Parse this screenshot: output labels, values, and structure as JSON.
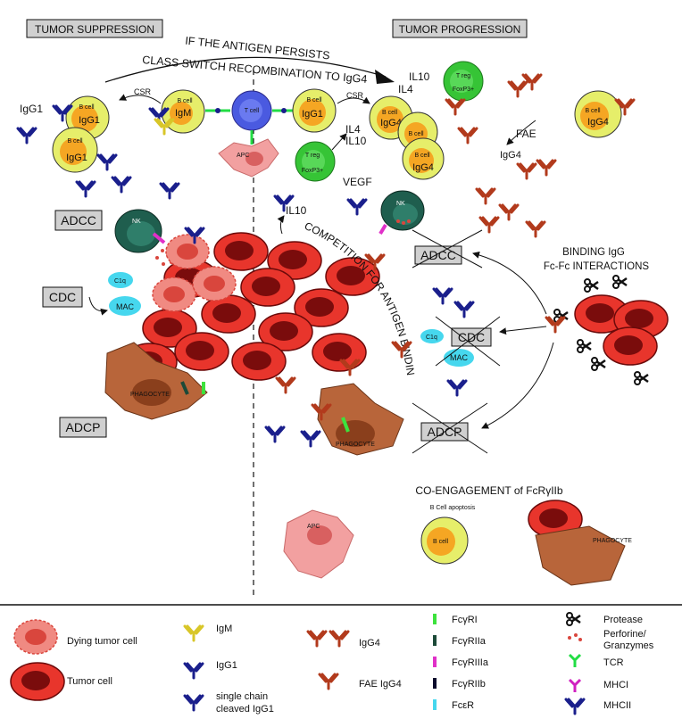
{
  "headers": {
    "left": "TUMOR SUPPRESSION",
    "right": "TUMOR PROGRESSION"
  },
  "arc_text": {
    "line1": "IF THE ANTIGEN PERSISTS",
    "line2": "CLASS SWITCH RECOMBINATION TO IgG4"
  },
  "cells": {
    "b_cell": "B cell",
    "t_cell": "T cell",
    "t_reg": "T reg",
    "foxp3": "FoxP3+",
    "apc": "APC",
    "nk": "NK",
    "c1q": "C1q",
    "mac": "MAC",
    "phagocyte": "PHAGOCYTE"
  },
  "labels": {
    "igg1": "IgG1",
    "igm": "IgM",
    "igg4": "IgG4",
    "csr": "CSR",
    "il4": "IL4",
    "il10": "IL10",
    "vegf": "VEGF",
    "fae": "FAE",
    "competition": "COMPETITION FOR ANTIGEN BINDING",
    "binding_line1": "BINDING IgG",
    "binding_line2": "Fc-Fc INTERACTIONS",
    "coengagement": "CO-ENGAGEMENT of FcRγIIb",
    "b_cell_apoptosis": "B Cell apoptosis"
  },
  "mechanisms": {
    "adcc": "ADCC",
    "cdc": "CDC",
    "adcp": "ADCP"
  },
  "legend": {
    "dying_tumor": "Dying tumor cell",
    "tumor_cell": "Tumor cell",
    "igm": "IgM",
    "igg1": "IgG1",
    "single_chain_1": "single chain",
    "single_chain_2": "cleaved IgG1",
    "igg4": "IgG4",
    "fae_igg4": "FAE IgG4",
    "fcgr1": "FcγRI",
    "fcgr2a": "FcγRIIa",
    "fcgr3a": "FcγRIIIa",
    "fcgr2b": "FcγRIIb",
    "fcer": "FcεR",
    "protease": "Protease",
    "perforin_1": "Perforine/",
    "perforin_2": "Granzymes",
    "tcr": "TCR",
    "mhci": "MHCI",
    "mhcii": "MHCII"
  },
  "colors": {
    "tumor": "#e8352c",
    "tumor_dark": "#7a0c0c",
    "igg1": "#1a1f8c",
    "igg4": "#b23a1c",
    "igm": "#d8c628",
    "bcell_outer": "#e6ee6a",
    "bcell_inner": "#f5a623",
    "treg": "#36c436",
    "tcell": "#4a5ae0",
    "nk": "#1f5e4e",
    "apc": "#f2a0a0",
    "phagocyte": "#b8653a",
    "cyan": "#46d7ee",
    "fcgr1": "#3de23d",
    "fcgr2a": "#1c4a38",
    "fcgr3a": "#e030c8",
    "fcgr2b": "#0c0c2c",
    "tcr": "#22dd44",
    "mhci": "#d020c0",
    "mhcii": "#1a1f8c"
  }
}
